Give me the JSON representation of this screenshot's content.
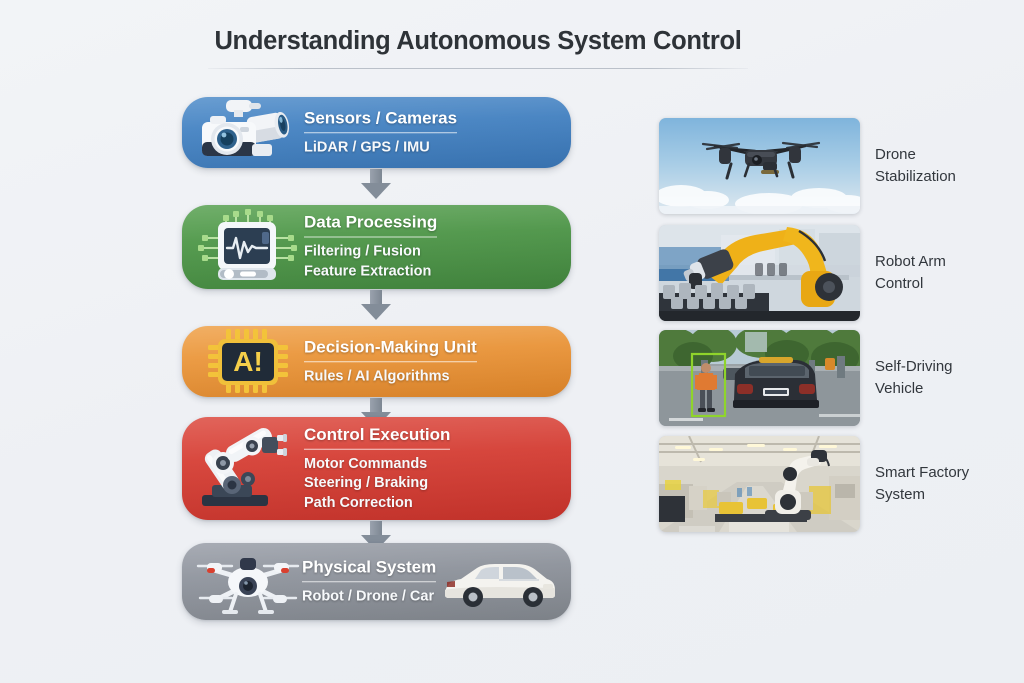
{
  "header": {
    "title": "Understanding Autonomous System Control"
  },
  "colors": {
    "background": "#f0f2f5",
    "title_text": "#2e3338",
    "stage_sensors": "#3d7fc1",
    "stage_processing": "#4a9245",
    "stage_decision": "#e8922e",
    "stage_control": "#d33c33",
    "stage_physical": "#8a8f99",
    "arrow": "#838d99"
  },
  "flow": {
    "stages": [
      {
        "title": "Sensors / Cameras",
        "lines": [
          "LiDAR / GPS / IMU"
        ],
        "icon": "camera-sensor-icon",
        "color": "#3d7fc1"
      },
      {
        "title": "Data Processing",
        "lines": [
          "Filtering / Fusion",
          "Feature Extraction"
        ],
        "icon": "processor-monitor-icon",
        "color": "#4a9245"
      },
      {
        "title": "Decision-Making Unit",
        "lines": [
          "Rules / AI Algorithms"
        ],
        "icon": "ai-chip-icon",
        "color": "#e8922e"
      },
      {
        "title": "Control Execution",
        "lines": [
          "Motor Commands",
          "Steering / Braking",
          "Path Correction"
        ],
        "icon": "robot-arm-icon",
        "color": "#d33c33"
      },
      {
        "title": "Physical System",
        "lines": [
          "Robot / Drone / Car"
        ],
        "icon": "drone-icon",
        "icon_right": "car-icon",
        "color": "#8a8f99"
      }
    ]
  },
  "use_cases": {
    "items": [
      {
        "label_line1": "Drone",
        "label_line2": "Stabilization",
        "thumbnail": "drone-in-sky-photo"
      },
      {
        "label_line1": "Robot Arm",
        "label_line2": "Control",
        "thumbnail": "yellow-robot-arm-photo"
      },
      {
        "label_line1": "Self-Driving",
        "label_line2": "Vehicle",
        "thumbnail": "street-pedestrian-detection-photo"
      },
      {
        "label_line1": "Smart Factory",
        "label_line2": "System",
        "thumbnail": "factory-assembly-line-photo"
      }
    ]
  }
}
